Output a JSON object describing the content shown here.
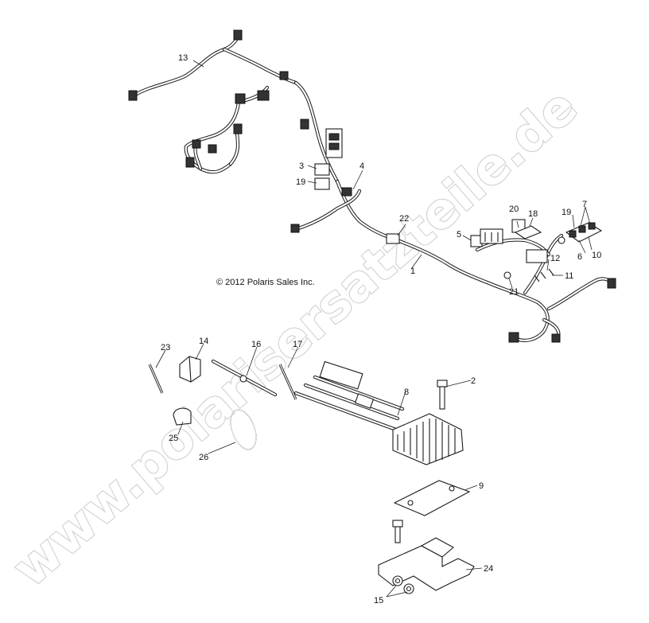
{
  "copyright": "© 2012 Polaris Sales Inc.",
  "watermark": "www.polarisersatzteile.de",
  "callouts": {
    "c1": "1",
    "c2": "2",
    "c3": "3",
    "c4": "4",
    "c5": "5",
    "c6": "6",
    "c7": "7",
    "c8": "8",
    "c9": "9",
    "c10": "10",
    "c11": "11",
    "c12": "12",
    "c13": "13",
    "c14": "14",
    "c15": "15",
    "c16": "16",
    "c17": "17",
    "c18": "18",
    "c19a": "19",
    "c19b": "19",
    "c20": "20",
    "c21": "21",
    "c22": "22",
    "c23": "23",
    "c24": "24",
    "c25": "25",
    "c26": "26"
  }
}
